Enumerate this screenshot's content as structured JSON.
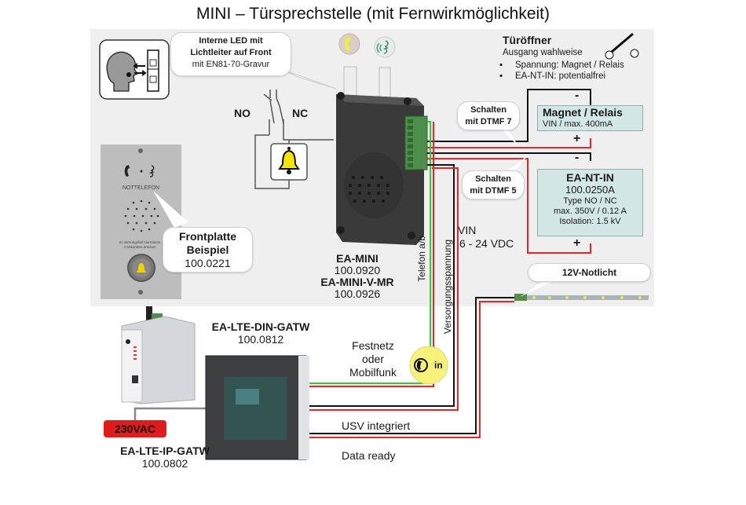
{
  "title": "MINI – Türsprechstelle (mit Fernwirkmöglichkeit)",
  "led_callout": {
    "line1": "Interne LED mit",
    "line2": "Lichtleiter auf Front",
    "line3": "mit EN81-70-Gravur"
  },
  "switch_labels": {
    "no": "NO",
    "nc": "NC"
  },
  "door_opener": {
    "title": "Türöffner",
    "subtitle": "Ausgang wahlweise",
    "bullets": [
      "Spannung: Magnet / Relais",
      "EA-NT-IN: potentialfrei"
    ]
  },
  "dtmf7_callout": {
    "line1": "Schalten",
    "line2": "mit DTMF 7"
  },
  "dtmf5_callout": {
    "line1": "Schalten",
    "line2": "mit DTMF 5"
  },
  "magnet_box": {
    "title": "Magnet / Relais",
    "spec": "VIN / max. 400mA",
    "minus": "-",
    "plus": "+"
  },
  "ntin_box": {
    "title": "EA-NT-IN",
    "article": "100.0250A",
    "type": "Type NO / NC",
    "max": "max. 350V / 0.12 A",
    "isolation": "Isolation: 1.5 kV",
    "minus": "-",
    "plus": "+"
  },
  "vin": {
    "label": "VIN",
    "range": "6 - 24 VDC"
  },
  "frontplate": {
    "panel_text": "NOTTELEFON",
    "panel_small1": "Im Störungsfall Alarmtaste",
    "panel_small2": "3 Sekunden drücken",
    "callout_title1": "Frontplatte",
    "callout_title2": "Beispiel",
    "callout_article": "100.0221"
  },
  "ea_mini": {
    "name1": "EA-MINI",
    "article1": "100.0920",
    "name2": "EA-MINI-V-MR",
    "article2": "100.0926"
  },
  "wire_labels": {
    "telefon": "Telefon a/b",
    "versorgung": "Versorgungsspannung"
  },
  "notlicht": {
    "label": "12V-Notlicht"
  },
  "lte_din": {
    "name": "EA-LTE-DIN-GATW",
    "article": "100.0812"
  },
  "lte_ip": {
    "name": "EA-LTE-IP-GATW",
    "article": "100.0802"
  },
  "power_badge": "230VAC",
  "network": {
    "line1": "Festnetz",
    "line2": "oder",
    "line3": "Mobilfunk",
    "badge": "in"
  },
  "usv": "USV integriert",
  "data_ready": "Data ready",
  "colors": {
    "wire_red": "#e8262a",
    "wire_black": "#111111",
    "wire_green": "#33cc33",
    "info_box_bg": "#d3e8e6",
    "badge_red": "#e01b1b",
    "bell_yellow": "#f5e400",
    "phone_badge_yellow": "#f7f27a"
  }
}
